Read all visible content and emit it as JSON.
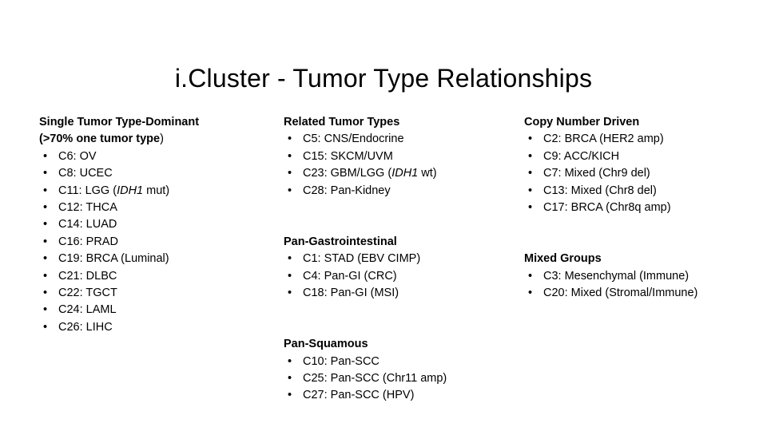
{
  "slide": {
    "title": "i.Cluster - Tumor Type Relationships",
    "background_color": "#ffffff",
    "text_color": "#000000",
    "bullet_glyph": "•"
  },
  "columns": [
    {
      "id": "column-1",
      "groups": [
        {
          "id": "single-tumor-type-dominant",
          "title_line_1": "Single Tumor Type-Dominant",
          "title_line_2_bold": "(>70% one tumor type",
          "title_line_2_light": ")",
          "items": [
            {
              "prefix": "C6: OV"
            },
            {
              "prefix": "C8: UCEC"
            },
            {
              "prefix": "C11: LGG (",
              "italic": "IDH1",
              "suffix": " mut)"
            },
            {
              "prefix": "C12: THCA"
            },
            {
              "prefix": "C14: LUAD"
            },
            {
              "prefix": "C16: PRAD"
            },
            {
              "prefix": "C19: BRCA (Luminal)"
            },
            {
              "prefix": "C21: DLBC"
            },
            {
              "prefix": "C22: TGCT"
            },
            {
              "prefix": "C24: LAML"
            },
            {
              "prefix": "C26: LIHC"
            }
          ]
        }
      ]
    },
    {
      "id": "column-2",
      "groups": [
        {
          "id": "related-tumor-types",
          "title_line_1": "Related Tumor Types",
          "items": [
            {
              "prefix": "C5: CNS/Endocrine"
            },
            {
              "prefix": "C15: SKCM/UVM"
            },
            {
              "prefix": "C23: GBM/LGG (",
              "italic": "IDH1",
              "suffix": " wt)"
            },
            {
              "prefix": "C28: Pan-Kidney"
            }
          ]
        },
        {
          "id": "pan-gastrointestinal",
          "title_line_1": "Pan-Gastrointestinal",
          "items": [
            {
              "prefix": "C1: STAD (EBV CIMP)"
            },
            {
              "prefix": "C4: Pan-GI (CRC)"
            },
            {
              "prefix": "C18: Pan-GI (MSI)"
            }
          ]
        },
        {
          "id": "pan-squamous",
          "title_line_1": "Pan-Squamous",
          "items": [
            {
              "prefix": "C10: Pan-SCC"
            },
            {
              "prefix": "C25: Pan-SCC (Chr11 amp)"
            },
            {
              "prefix": "C27: Pan-SCC (HPV)"
            }
          ]
        }
      ]
    },
    {
      "id": "column-3",
      "groups": [
        {
          "id": "copy-number-driven",
          "title_line_1": "Copy Number Driven",
          "items": [
            {
              "prefix": "C2: BRCA (HER2 amp)"
            },
            {
              "prefix": "C9: ACC/KICH"
            },
            {
              "prefix": "C7: Mixed (Chr9 del)"
            },
            {
              "prefix": "C13: Mixed (Chr8 del)"
            },
            {
              "prefix": "C17: BRCA (Chr8q amp)"
            }
          ]
        },
        {
          "id": "mixed-groups",
          "title_line_1": "Mixed Groups",
          "items": [
            {
              "prefix": "C3: Mesenchymal (Immune)"
            },
            {
              "prefix": "C20: Mixed (Stromal/Immune)"
            }
          ]
        }
      ]
    }
  ]
}
